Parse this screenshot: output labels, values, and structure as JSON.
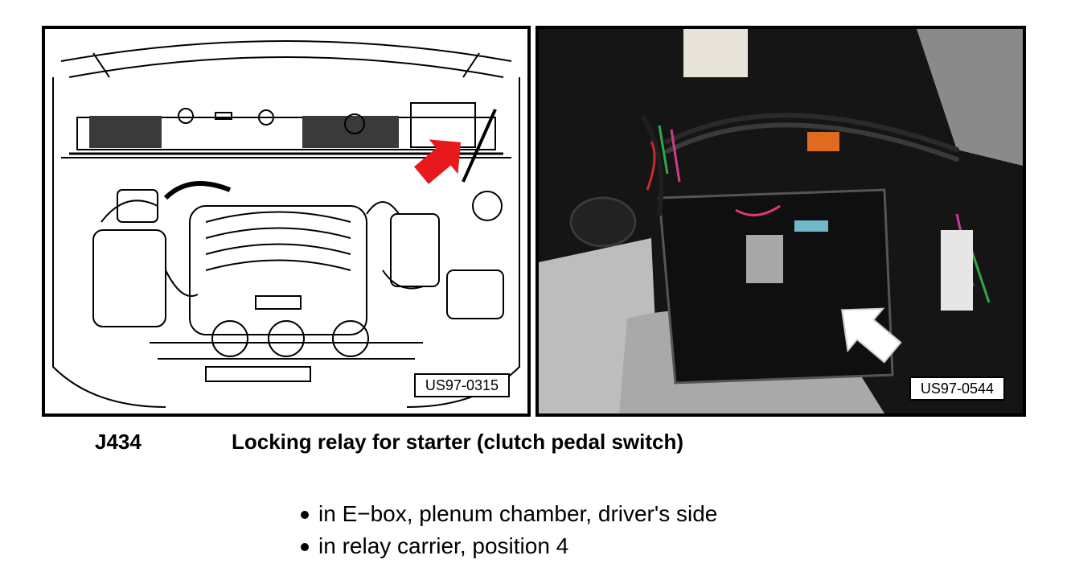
{
  "figures": [
    {
      "id": "left",
      "label": "US97-0315",
      "kind": "line-drawing-engine-bay",
      "arrow_color": "#e8181c"
    },
    {
      "id": "right",
      "label": "US97-0544",
      "kind": "photo-relay-carrier",
      "arrow_color": "#ffffff"
    }
  ],
  "component": {
    "code": "J434",
    "title": "Locking relay for starter (clutch pedal switch)"
  },
  "locations": [
    "in E−box, plenum chamber, driver's side",
    "in relay carrier, position 4"
  ]
}
